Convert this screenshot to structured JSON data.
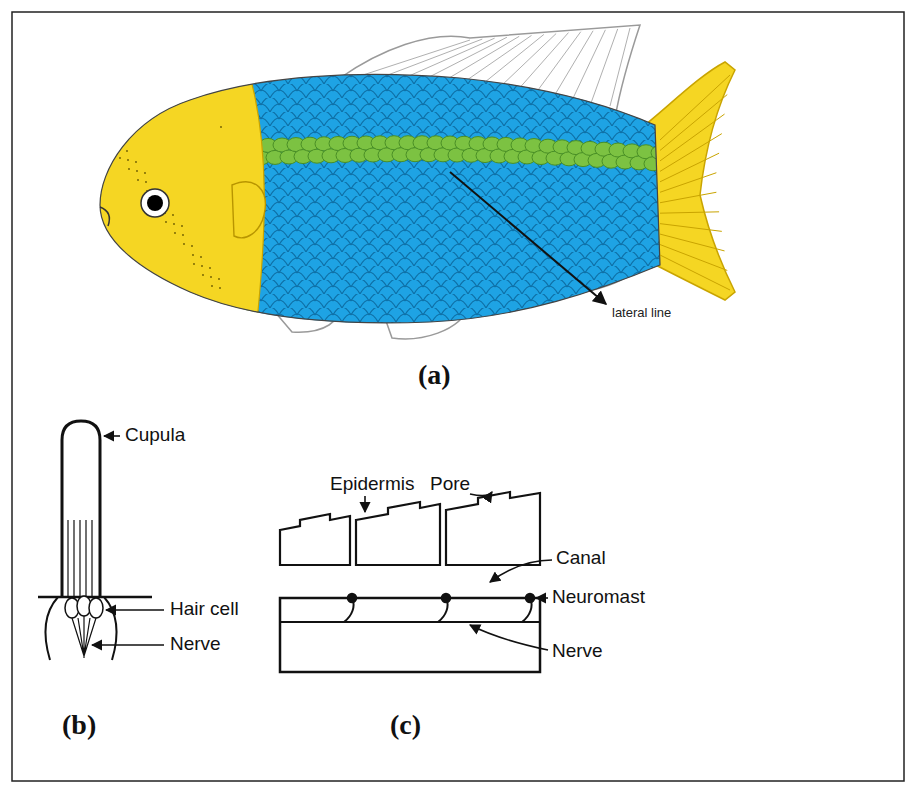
{
  "diagram": {
    "labels": [
      "lateral line",
      "(a)",
      "Cupula",
      "Hair cell",
      "Nerve",
      "(b)",
      "Epidermis",
      "Pore",
      "Canal",
      "Neuromast",
      "Nerve",
      "(c)"
    ]
  }
}
